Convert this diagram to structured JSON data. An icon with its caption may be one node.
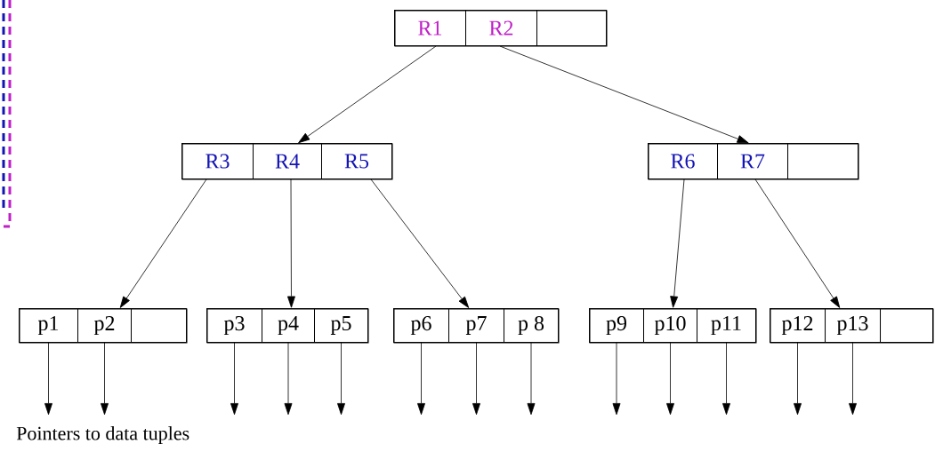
{
  "diagram": {
    "nodes": [
      {
        "text": [],
        "shape": "box"
      },
      {
        "text": [
          "R1"
        ],
        "in": 0
      },
      {
        "text": [
          "R2"
        ],
        "in": 0
      },
      {
        "text": [],
        "shape": "box",
        "in": 0
      },
      {
        "text": [],
        "shape": "box"
      },
      {
        "text": [
          "R3"
        ],
        "in": 4
      },
      {
        "text": [
          "R4"
        ],
        "in": 4
      },
      {
        "text": [
          "R5"
        ],
        "in": 4
      },
      {
        "text": [],
        "shape": "box"
      },
      {
        "text": [
          "R6"
        ],
        "in": 8
      },
      {
        "text": [
          "R7"
        ],
        "in": 8
      },
      {
        "text": [],
        "shape": "box",
        "in": 8
      },
      {
        "text": [],
        "shape": "box"
      },
      {
        "text": [
          "p1"
        ],
        "in": 12
      },
      {
        "text": [
          "p2"
        ],
        "in": 12
      },
      {
        "text": [],
        "shape": "box",
        "in": 12
      },
      {
        "text": [],
        "shape": "box"
      },
      {
        "text": [
          "p3"
        ],
        "in": 16
      },
      {
        "text": [
          "p4"
        ],
        "in": 16
      },
      {
        "text": [
          "p5"
        ],
        "in": 16
      },
      {
        "text": [],
        "shape": "box"
      },
      {
        "text": [
          "p6"
        ],
        "in": 20
      },
      {
        "text": [
          "p7"
        ],
        "in": 20
      },
      {
        "text": [
          "p 8"
        ],
        "in": 20
      },
      {
        "text": [],
        "shape": "box"
      },
      {
        "text": [
          "p9"
        ],
        "in": 24
      },
      {
        "text": [
          "p10"
        ],
        "in": 24
      },
      {
        "text": [
          "p11"
        ],
        "in": 24
      },
      {
        "text": [],
        "shape": "box"
      },
      {
        "text": [
          "p12"
        ],
        "in": 28
      },
      {
        "text": [
          "p13"
        ],
        "in": 28
      },
      {
        "text": [],
        "shape": "box",
        "in": 28
      }
    ],
    "edges": [
      {
        "from": 1,
        "to": 4,
        "arrow": "to"
      },
      {
        "from": 2,
        "to": 8,
        "arrow": "to"
      },
      {
        "from": 5,
        "to": 12,
        "arrow": "to"
      },
      {
        "from": 6,
        "to": 16,
        "arrow": "to"
      },
      {
        "from": 7,
        "to": 20,
        "arrow": "to"
      },
      {
        "from": 9,
        "to": 24,
        "arrow": "to"
      },
      {
        "from": 10,
        "to": 28,
        "arrow": "to"
      },
      {
        "from": 13,
        "to": null,
        "arrow": "to"
      },
      {
        "from": 14,
        "to": null,
        "arrow": "to"
      },
      {
        "from": 17,
        "to": null,
        "arrow": "to"
      },
      {
        "from": 18,
        "to": null,
        "arrow": "to"
      },
      {
        "from": 19,
        "to": null,
        "arrow": "to"
      },
      {
        "from": 21,
        "to": null,
        "arrow": "to"
      },
      {
        "from": 22,
        "to": null,
        "arrow": "to"
      },
      {
        "from": 23,
        "to": null,
        "arrow": "to"
      },
      {
        "from": 25,
        "to": null,
        "arrow": "to"
      },
      {
        "from": 26,
        "to": null,
        "arrow": "to"
      },
      {
        "from": 27,
        "to": null,
        "arrow": "to"
      },
      {
        "from": 29,
        "to": null,
        "arrow": "to"
      },
      {
        "from": 30,
        "to": null,
        "arrow": "to"
      }
    ],
    "labels": [
      "Pointers to data tuples"
    ]
  }
}
